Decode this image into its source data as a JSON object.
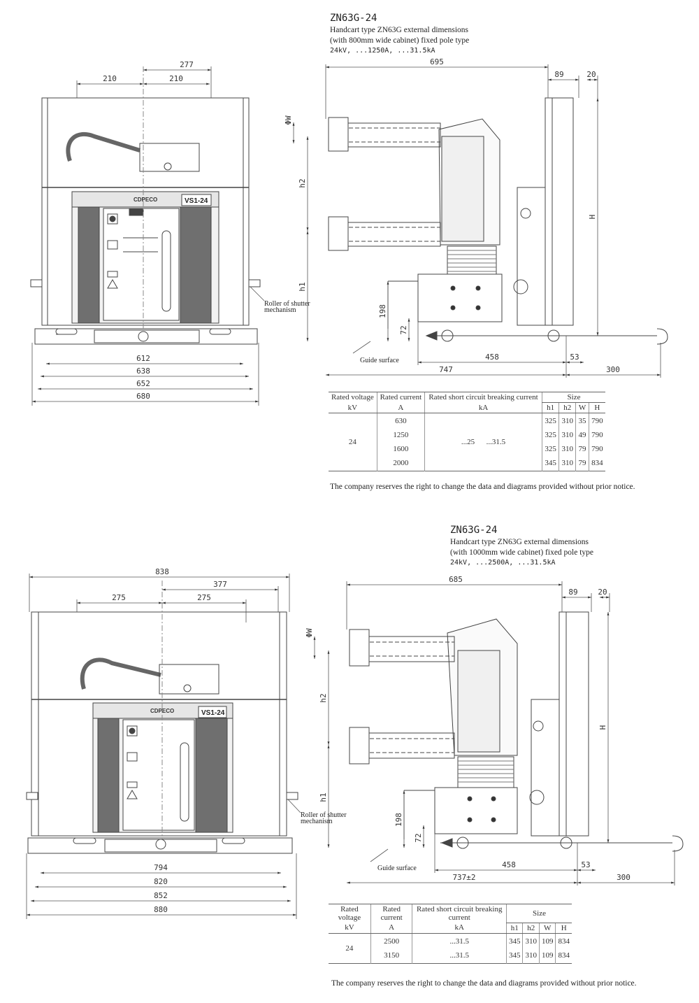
{
  "top": {
    "model": "ZN63G-24",
    "subtitle_1": "Handcart type ZN63G external dimensions",
    "subtitle_2": "(with 800mm wide cabinet) fixed pole type",
    "rating": "24kV, ...1250A, ...31.5kA",
    "front": {
      "brand": "CDPECO",
      "nameplate": "VS1-24",
      "dims": {
        "d210a": "210",
        "d210b": "210",
        "d277": "277",
        "d612": "612",
        "d638": "638",
        "d652": "652",
        "d680": "680"
      }
    },
    "side": {
      "dims": {
        "d695": "695",
        "d89": "89",
        "d20": "20",
        "dW": "ΦW",
        "dh2": "h2",
        "dh1": "h1",
        "dH": "H",
        "d198": "198",
        "d72": "72",
        "d458": "458",
        "d53": "53",
        "d747": "747",
        "d300": "300"
      }
    },
    "labels": {
      "roller": "Roller of shutter",
      "mechanism": "mechanism",
      "guide": "Guide surface"
    },
    "table": {
      "h_voltage": "Rated voltage",
      "u_voltage": "kV",
      "h_current": "Rated current",
      "u_current": "A",
      "h_break": "Rated short circuit breaking current",
      "u_break": "kA",
      "h_size": "Size",
      "c_h1": "h1",
      "c_h2": "h2",
      "c_w": "W",
      "c_H": "H",
      "voltage": "24",
      "currents": [
        "630",
        "1250",
        "1600",
        "2000"
      ],
      "breaking": "...25      ...31.5",
      "h1": [
        "325",
        "325",
        "325",
        "345"
      ],
      "h2": [
        "310",
        "310",
        "310",
        "310"
      ],
      "w": [
        "35",
        "49",
        "79",
        "79"
      ],
      "H": [
        "790",
        "790",
        "790",
        "834"
      ]
    },
    "note": "The company reserves the right to change the data and diagrams provided without prior notice."
  },
  "bottom": {
    "model": "ZN63G-24",
    "subtitle_1": "Handcart type ZN63G external dimensions",
    "subtitle_2": "(with 1000mm wide cabinet) fixed pole type",
    "rating": "24kV, ...2500A, ...31.5kA",
    "front": {
      "brand": "CDPECO",
      "nameplate": "VS1-24",
      "dims": {
        "d838": "838",
        "d377": "377",
        "d275a": "275",
        "d275b": "275",
        "d794": "794",
        "d820": "820",
        "d852": "852",
        "d880": "880"
      }
    },
    "side": {
      "dims": {
        "d685": "685",
        "d89": "89",
        "d20": "20",
        "dW": "ΦW",
        "dh2": "h2",
        "dh1": "h1",
        "dH": "H",
        "d198": "198",
        "d72": "72",
        "d458": "458",
        "d53": "53",
        "d737": "737±2",
        "d300": "300"
      }
    },
    "labels": {
      "roller": "Roller of shutter",
      "mechanism": "mechanism",
      "guide": "Guide surface"
    },
    "table": {
      "h_voltage": "Rated voltage",
      "u_voltage": "kV",
      "h_current": "Rated current",
      "u_current": "A",
      "h_break": "Rated short circuit breaking current",
      "u_break": "kA",
      "h_size": "Size",
      "c_h1": "h1",
      "c_h2": "h2",
      "c_w": "W",
      "c_H": "H",
      "voltage": "24",
      "currents": [
        "2500",
        "3150"
      ],
      "breaking": [
        "...31.5",
        "...31.5"
      ],
      "h1": [
        "345",
        "345"
      ],
      "h2": [
        "310",
        "310"
      ],
      "w": [
        "109",
        "109"
      ],
      "H": [
        "834",
        "834"
      ]
    },
    "note": "The company reserves the right to change the data and diagrams provided without prior notice."
  }
}
